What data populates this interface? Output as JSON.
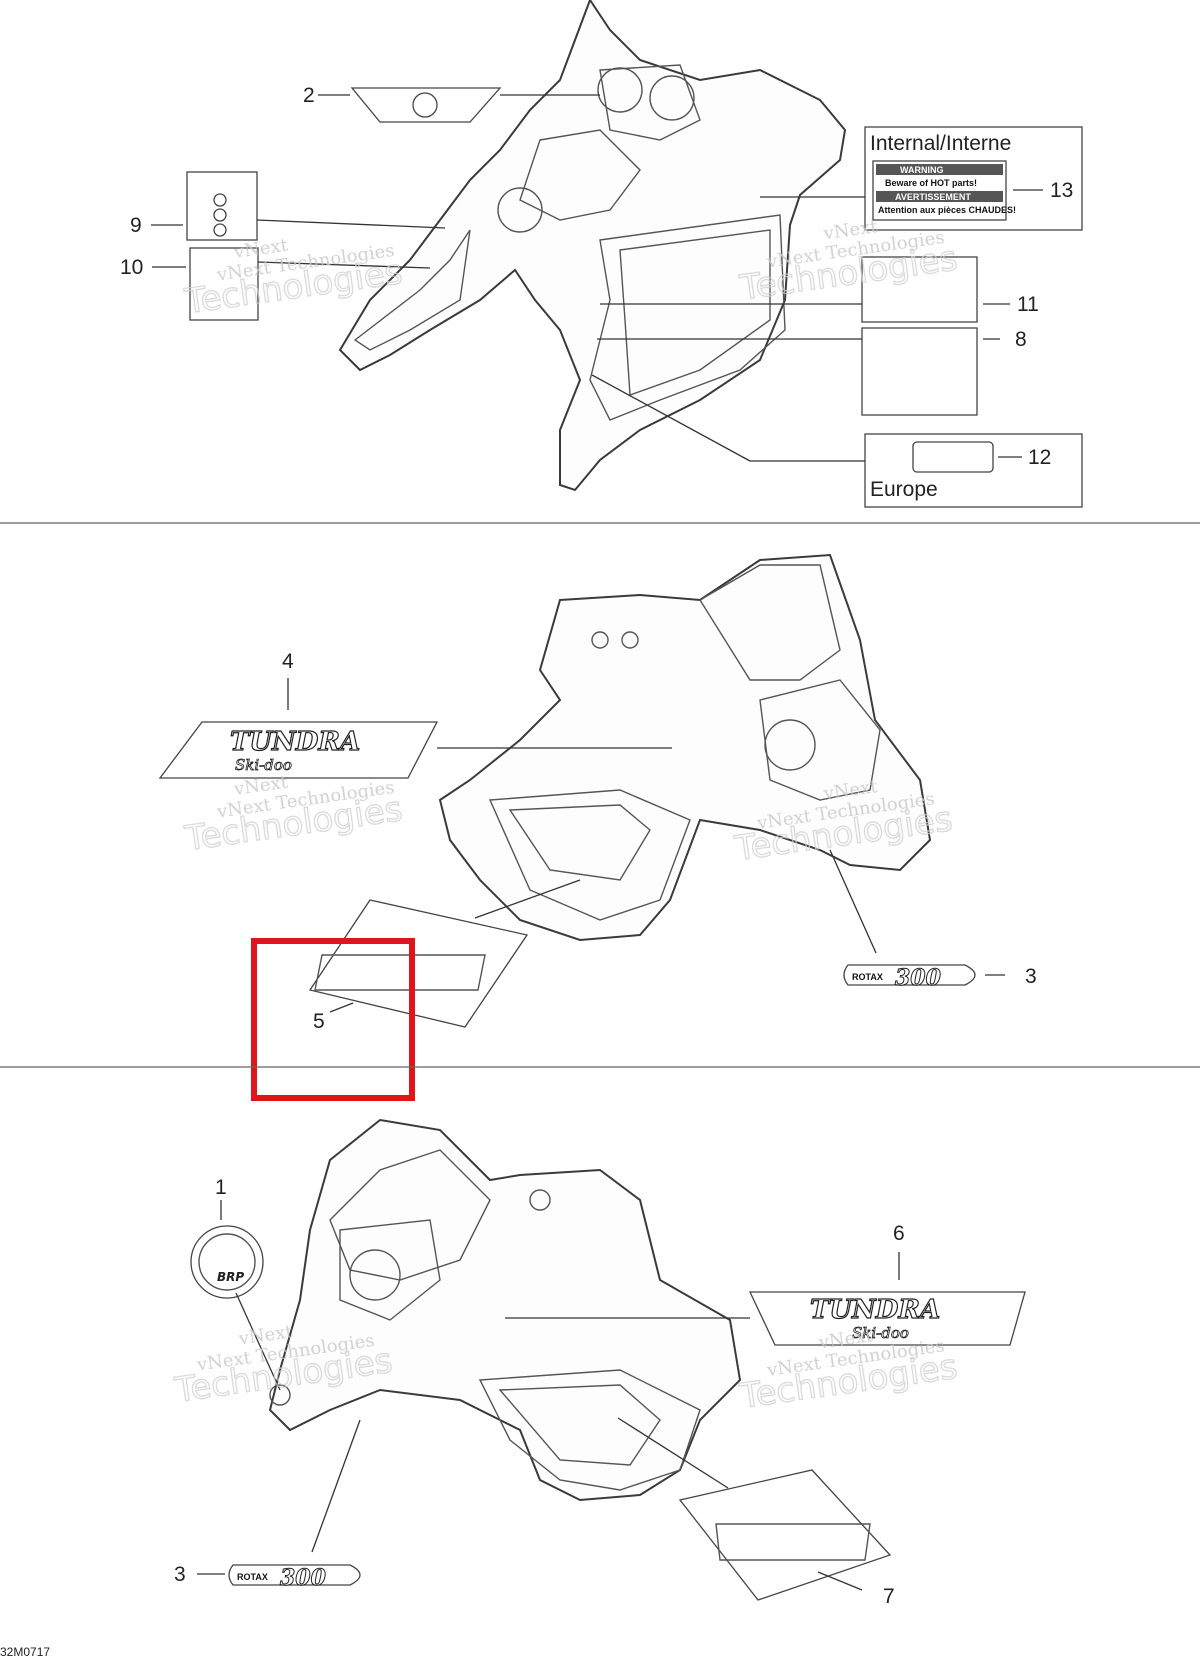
{
  "drawing_id": "32M0717",
  "box_labels": {
    "internal": "Internal/Interne",
    "europe": "Europe"
  },
  "warning_label": {
    "header1": "WARNING",
    "line1": "Beware of HOT parts!",
    "header2": "AVERTISSEMENT",
    "line2": "Attention aux pièces CHAUDES!"
  },
  "callouts": {
    "c1": "1",
    "c2": "2",
    "c3a": "3",
    "c3b": "3",
    "c4": "4",
    "c5": "5",
    "c6": "6",
    "c7": "7",
    "c8": "8",
    "c9": "9",
    "c10": "10",
    "c11": "11",
    "c12": "12",
    "c13": "13"
  },
  "decals": {
    "tundra": "TUNDRA",
    "skidoo": "Ski-doo",
    "rotax": "ROTAX",
    "rotax_num": "300",
    "brp": "BRP"
  },
  "watermark": {
    "line1": "vNext",
    "line2": "vNext Technologies",
    "line3": "Technologies"
  },
  "highlight_color": "#e0151b"
}
